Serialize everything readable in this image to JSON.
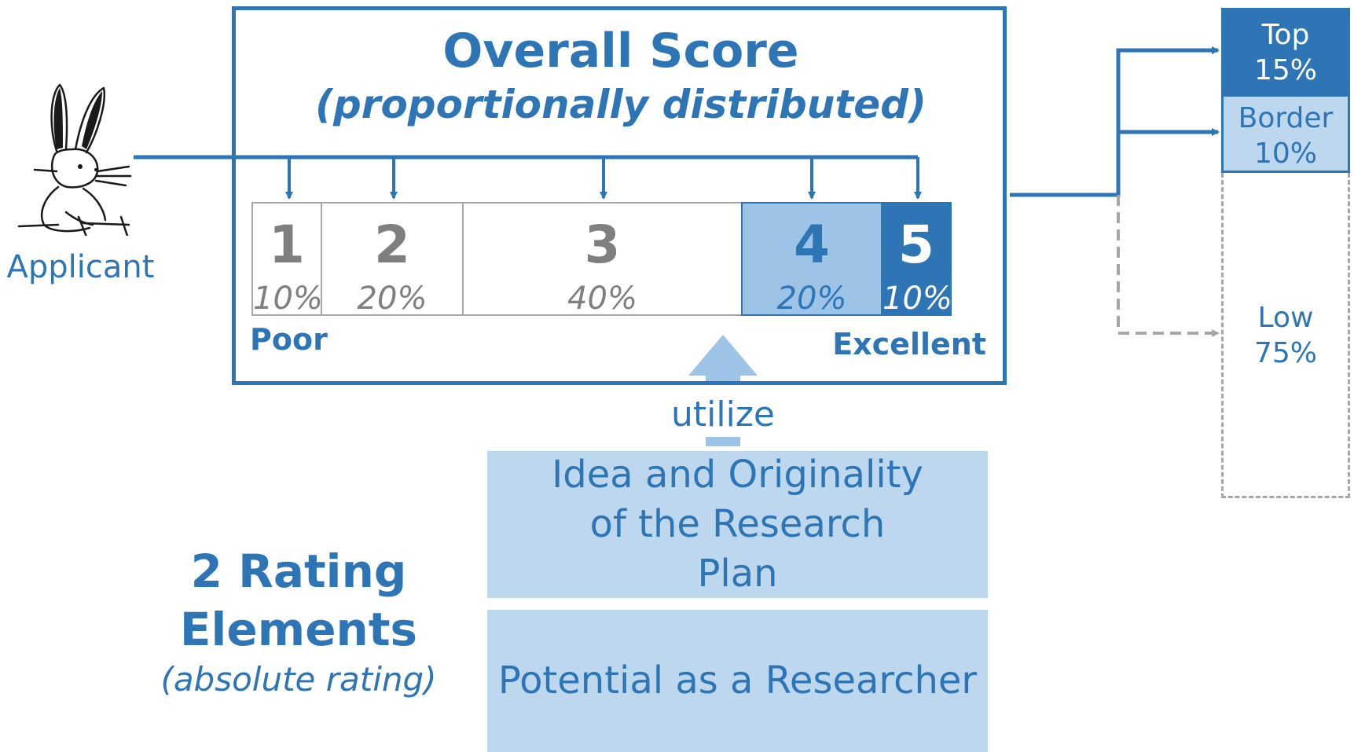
{
  "title": "Overall Score",
  "subtitle": "(proportionally distributed)",
  "applicant": {
    "label": "Applicant",
    "icon": "rabbit-writing-icon"
  },
  "score_scale": {
    "cells": [
      {
        "number": "1",
        "percent": "10%"
      },
      {
        "number": "2",
        "percent": "20%"
      },
      {
        "number": "3",
        "percent": "40%"
      },
      {
        "number": "4",
        "percent": "20%"
      },
      {
        "number": "5",
        "percent": "10%"
      }
    ],
    "low_label": "Poor",
    "high_label": "Excellent"
  },
  "utilize_label": "utilize",
  "rating": {
    "heading": "2 Rating Elements",
    "subheading": "(absolute rating)",
    "elements": [
      "Idea and Originality of the Research Plan",
      "Potential as a Researcher"
    ]
  },
  "outcomes": [
    {
      "label": "Top",
      "percent": "15%"
    },
    {
      "label": "Border",
      "percent": "10%"
    },
    {
      "label": "Low",
      "percent": "75%"
    }
  ],
  "colors": {
    "primary": "#2e75b6",
    "light": "#bdd7ee",
    "medium": "#9dc3e6",
    "grey": "#a6a6a6",
    "grey_text": "#7f7f7f"
  }
}
